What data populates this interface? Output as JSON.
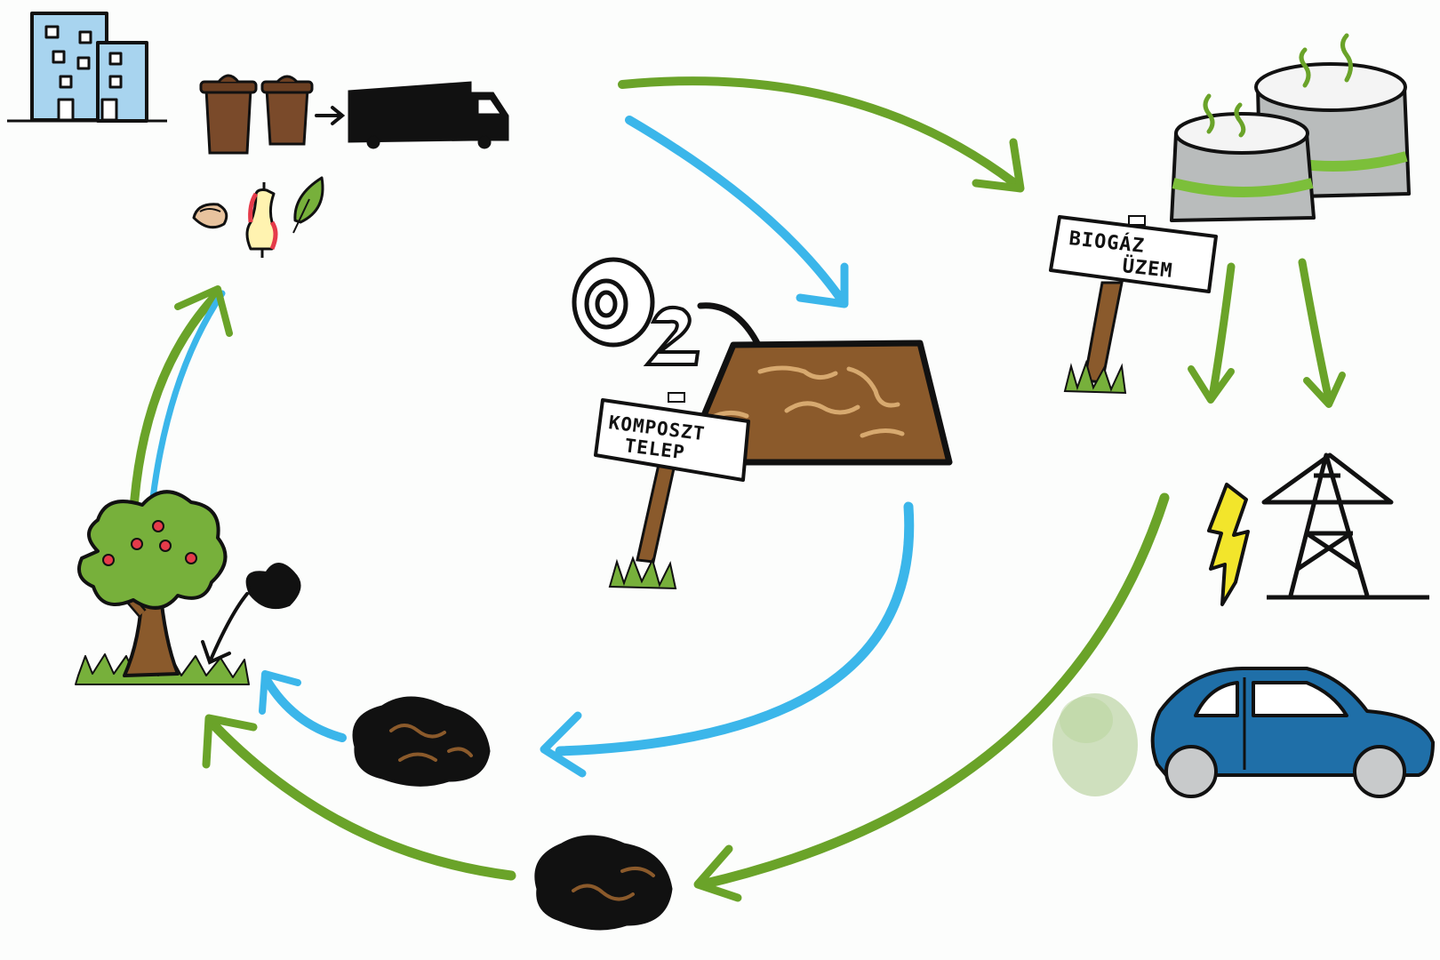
{
  "signs": {
    "biogas_line1": "BIOGÁZ",
    "biogas_line2": "ÜZEM",
    "compost_line1": "KOMPOSZT",
    "compost_line2": "TELEP"
  },
  "o2_label": "O2",
  "colors": {
    "green_arrow": "#6aa329",
    "blue_arrow": "#3bb6ea",
    "compost": "#8b5a2b",
    "car": "#1f6fa8",
    "bolt": "#f2e52b",
    "tank_band": "#7cbf3a",
    "tank_body": "#b9bcbc",
    "building": "#a8d4ef",
    "bin": "#7a4a2a",
    "tree_leaves": "#77b03b",
    "trunk": "#8a5a2c"
  }
}
